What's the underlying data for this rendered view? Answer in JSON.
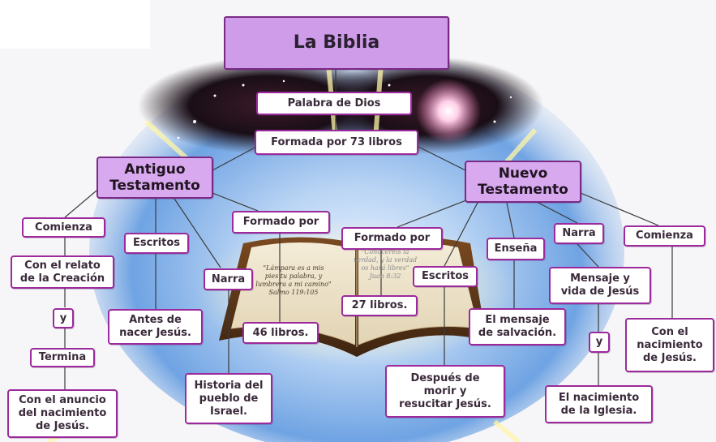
{
  "map": {
    "title": "La Biblia",
    "palabra": "Palabra de Dios",
    "formada": "Formada por 73 libros",
    "antiguo": "Antiguo\nTestamento",
    "nuevo": "Nuevo\nTestamento",
    "at": {
      "comienza": "Comienza",
      "relato": "Con el relato\nde la Creación",
      "y": "y",
      "termina": "Termina",
      "anuncio": "Con el anuncio\ndel nacimiento\nde Jesús.",
      "escritos": "Escritos",
      "antes": "Antes de\nnacer Jesús.",
      "narra": "Narra",
      "historia": "Historia del\npueblo de\nIsrael.",
      "formado": "Formado por",
      "libros": "46 libros."
    },
    "nt": {
      "formado": "Formado por",
      "escritos": "Escritos",
      "libros": "27 libros.",
      "despues": "Después de\nmorir y\nresucitar Jesús.",
      "ensena": "Enseña",
      "mensaje_salvacion": "El mensaje\nde salvación.",
      "narra": "Narra",
      "mensaje_vida": "Mensaje y\nvida de Jesús",
      "y": "y",
      "iglesia": "El nacimiento\nde la Iglesia.",
      "comienza": "Comienza",
      "nacimiento": "Con el\nnacimiento\nde Jesús."
    },
    "verse_left": "\"Lámpara es a mis\npies tu palabra, y\nlumbrera a mi camino\"\nSalmo 119:105",
    "verse_right": "\"Conoceréis la\nverdad, y la verdad\nos hará libres\"\nJuan 8:32"
  },
  "colors": {
    "node_border": "#9c2a9c",
    "node_fill": "#ffffff",
    "header_fill": "#d8a9ee",
    "title_fill": "#cf9ce9",
    "line": "#3a3a3a"
  }
}
